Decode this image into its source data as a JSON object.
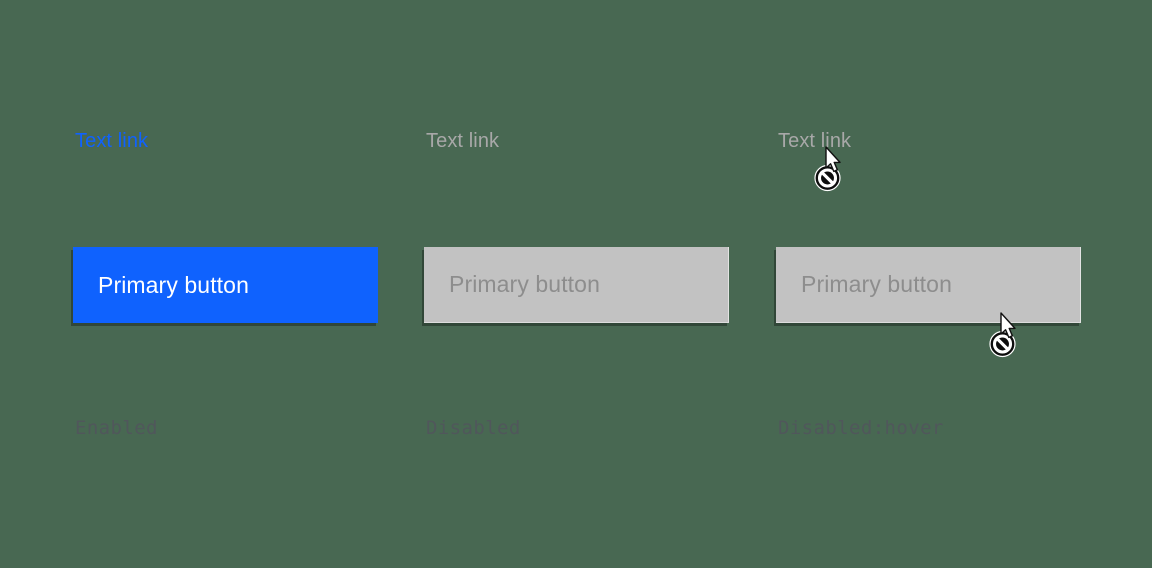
{
  "canvas": {
    "description": "Button and link state examples: enabled, disabled, disabled hover"
  },
  "colors": {
    "bg": "#486852",
    "link_blue": "#0f62fe",
    "button_blue": "#0f62fe",
    "button_text": "#ffffff",
    "disabled_fill": "#c2c2c2",
    "disabled_text": "#8d8d8d",
    "link_disabled": "#a8a8a8",
    "label_color": "#51565c"
  },
  "columns": [
    {
      "state": "enabled",
      "link_label": "Text link",
      "button_label": "Primary button",
      "state_label": "Enabled"
    },
    {
      "state": "disabled",
      "link_label": "Text link",
      "button_label": "Primary button",
      "state_label": "Disabled"
    },
    {
      "state": "disabled-hover",
      "link_label": "Text link",
      "button_label": "Primary button",
      "state_label": "Disabled:hover"
    }
  ],
  "cursor": {
    "type": "not-allowed",
    "instances": [
      "over-text-link",
      "over-primary-button"
    ]
  }
}
